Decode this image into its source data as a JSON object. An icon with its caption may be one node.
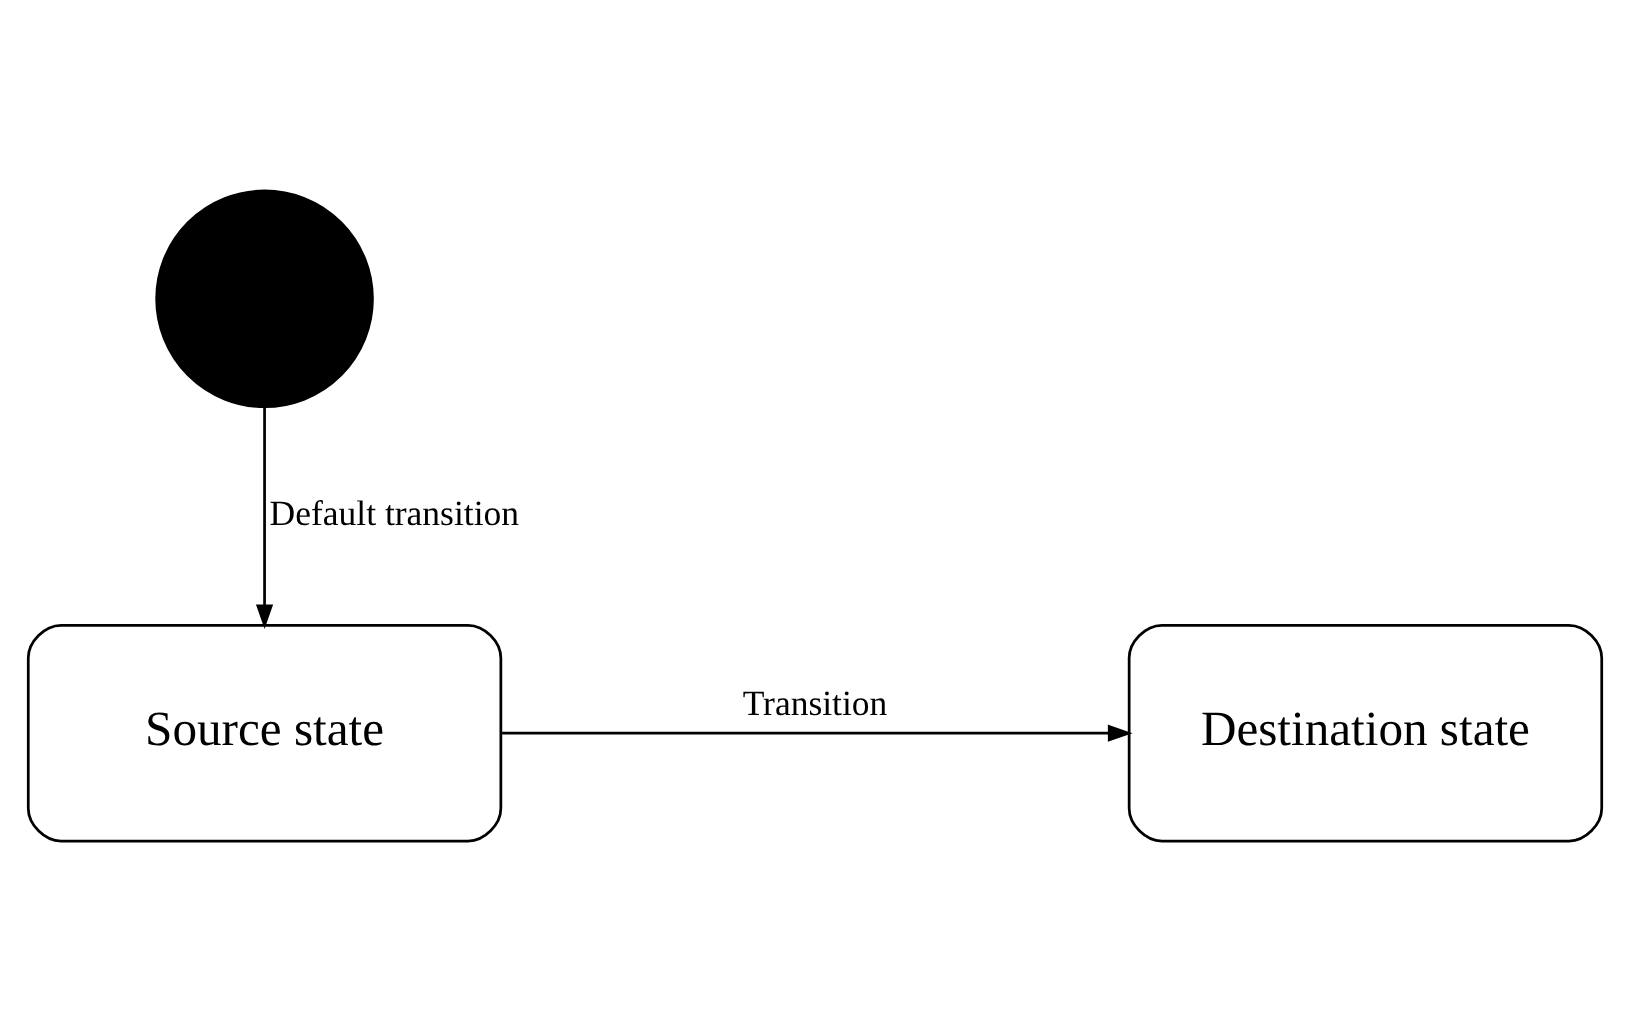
{
  "diagram": {
    "nodes": [
      {
        "text": [],
        "shape": "circle"
      },
      {
        "text": [
          "Source state"
        ]
      },
      {
        "text": [
          "Destination state"
        ]
      }
    ],
    "edges": [
      {
        "from": 0,
        "to": 1,
        "arrow": "to",
        "label": "Default transition"
      },
      {
        "from": 1,
        "to": 2,
        "arrow": "to",
        "label": "Transition"
      }
    ]
  }
}
